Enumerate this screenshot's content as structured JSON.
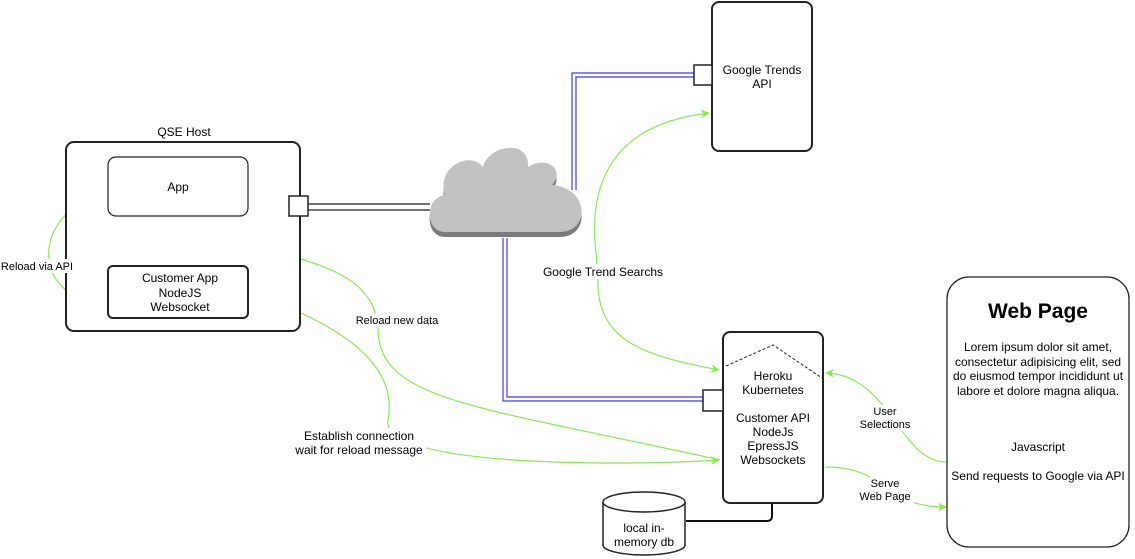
{
  "qse_host": {
    "title": "QSE Host",
    "app_label": "App",
    "customer_app_lines": [
      "Customer App",
      "NodeJS",
      "Websocket"
    ]
  },
  "google_trends_api": {
    "lines": [
      "Google Trends",
      "API"
    ]
  },
  "heroku": {
    "platform_lines": [
      "Heroku",
      "Kubernetes"
    ],
    "service_lines": [
      "Customer API",
      "NodeJs",
      "EpressJS",
      "Websockets"
    ]
  },
  "local_db": {
    "lines": [
      "local in-",
      "memory db"
    ]
  },
  "web_page": {
    "title": "Web Page",
    "body_lines": [
      "Lorem ipsum dolor sit amet,",
      "consectetur adipisicing elit, sed",
      "do eiusmod tempor incididunt ut",
      "labore et dolore magna aliqua."
    ],
    "script_label": "Javascript",
    "script_desc": "Send requests to Google via API"
  },
  "edge_labels": {
    "reload_via_api": "Reload via API",
    "reload_new_data": "Reload new data",
    "google_trend_searchs": "Google Trend Searchs",
    "establish_connection": [
      "Establish connection",
      "wait for reload message"
    ],
    "user_selections": [
      "User",
      "Selections"
    ],
    "serve_web_page": [
      "Serve",
      "Web Page"
    ]
  },
  "colors": {
    "green_arrow": "#8ee65a",
    "blue_link": "#3f3fd4",
    "cloud_fill": "#c2c2c4",
    "cloud_shadow": "#7b7b7d",
    "stroke": "#222222"
  },
  "icons": [
    "cloud-icon",
    "database-icon",
    "port-square-icon"
  ]
}
